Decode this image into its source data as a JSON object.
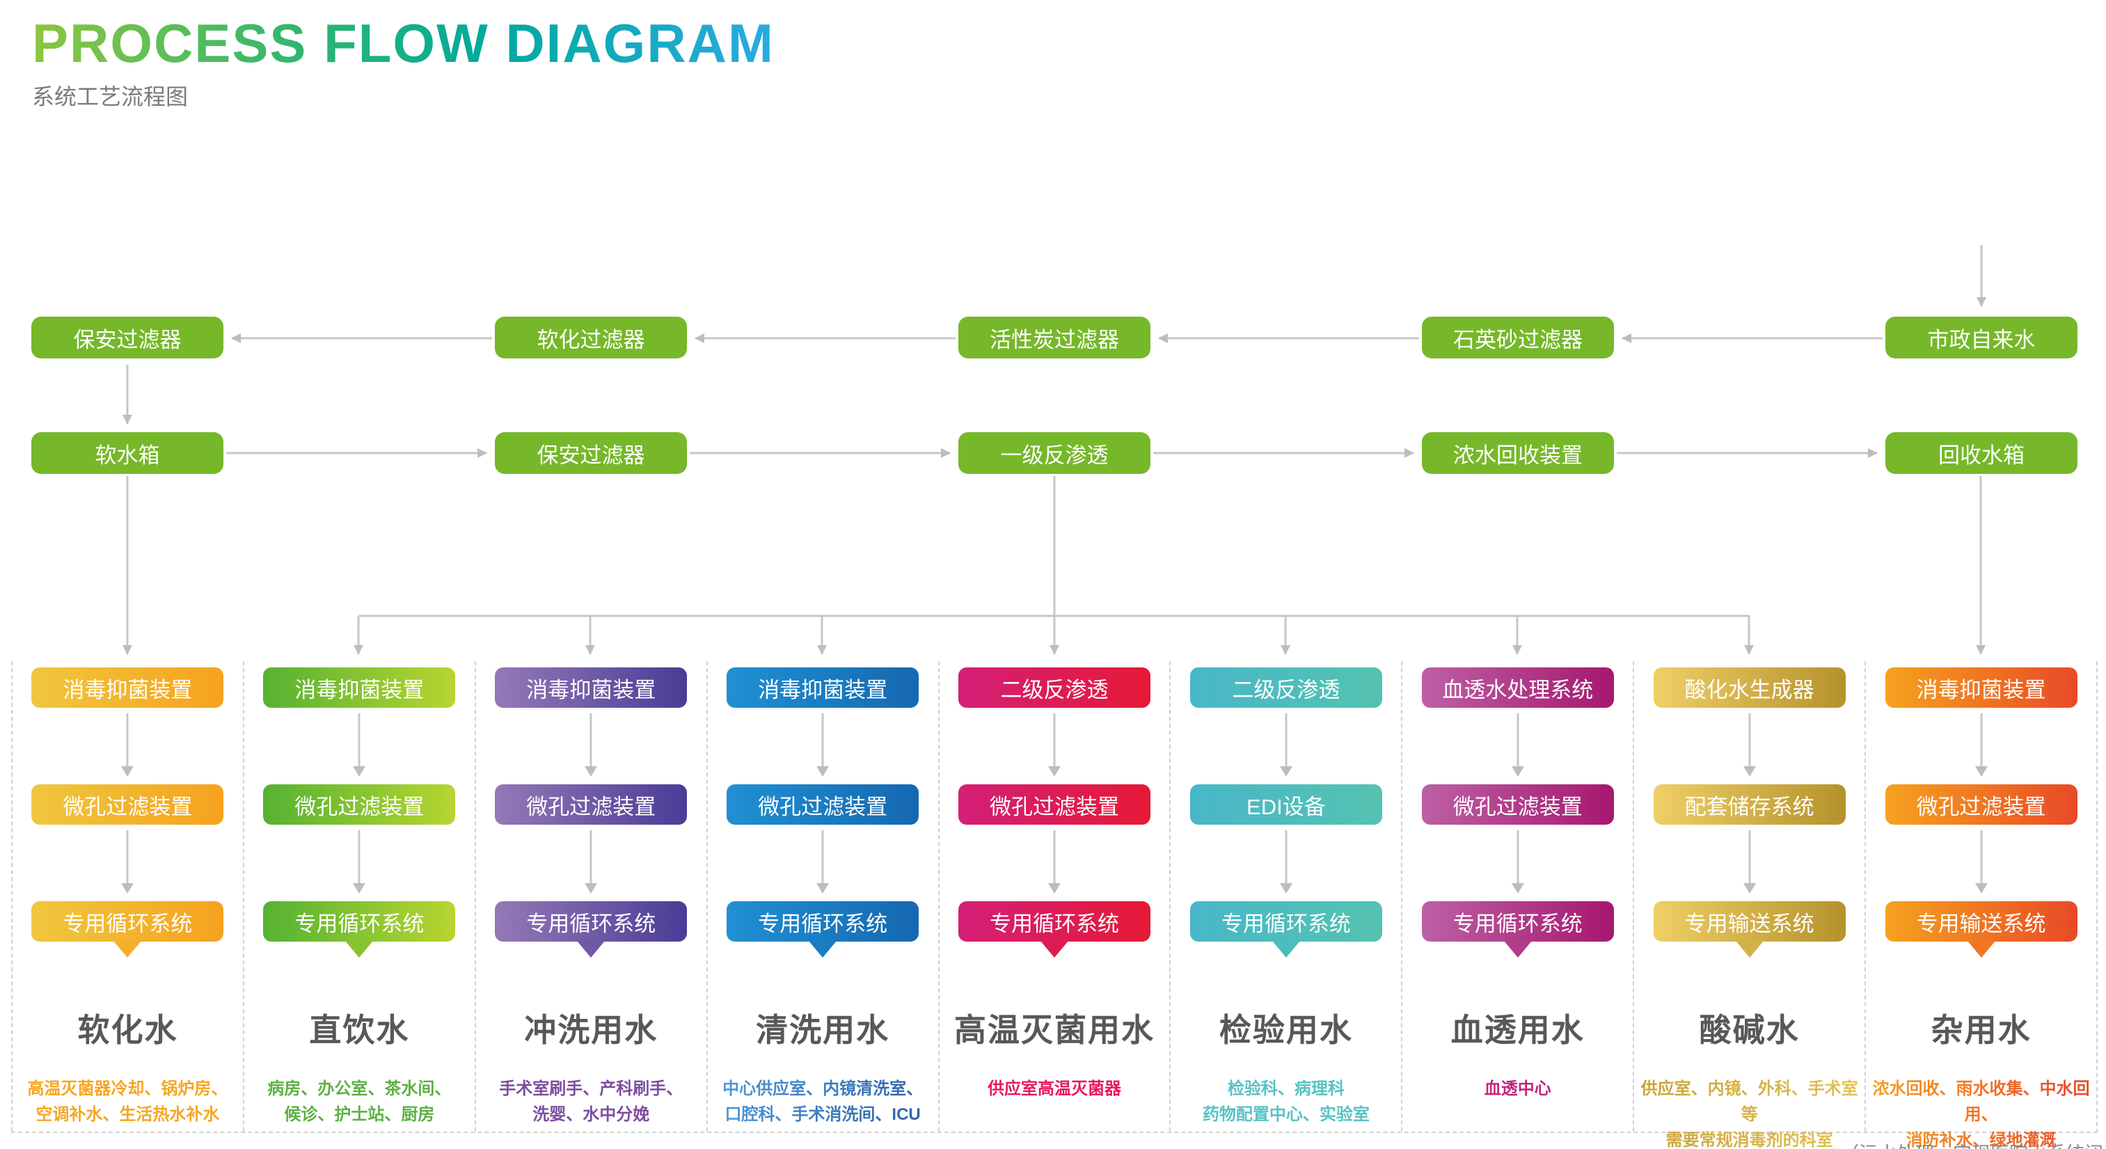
{
  "header": {
    "title": "PROCESS FLOW DIAGRAM",
    "subtitle": "系统工艺流程图",
    "title_gradient": [
      "#8CC63F",
      "#00A99D",
      "#29ABE2"
    ]
  },
  "top_flow": {
    "box_color": "#76B82A",
    "row1": {
      "flow_direction": "right-to-left",
      "boxes": [
        "保安过滤器",
        "软化过滤器",
        "活性炭过滤器",
        "石英砂过滤器",
        "市政自来水"
      ]
    },
    "row2": {
      "flow_direction": "left-to-right",
      "boxes": [
        "软水箱",
        "保安过滤器",
        "一级反渗透",
        "浓水回收装置",
        "回收水箱"
      ]
    }
  },
  "columns": [
    {
      "boxes": [
        "消毒抑菌装置",
        "微孔过滤装置",
        "专用循环系统"
      ],
      "title": "软化水",
      "desc": "高温灭菌器冷却、锅炉房、\n空调补水、生活热水补水",
      "gradient": [
        "#EFC73E",
        "#F6A21F"
      ],
      "tail": "#F4B02C",
      "desc_colors": [
        "#F5A623",
        "#F5A623"
      ]
    },
    {
      "boxes": [
        "消毒抑菌装置",
        "微孔过滤装置",
        "专用循环系统"
      ],
      "title": "直饮水",
      "desc": "病房、办公室、茶水间、\n候诊、护士站、厨房",
      "gradient": [
        "#55B232",
        "#B8D531"
      ],
      "tail": "#86C431",
      "desc_colors": [
        "#5CB043",
        "#5CB043"
      ]
    },
    {
      "boxes": [
        "消毒抑菌装置",
        "微孔过滤装置",
        "专用循环系统"
      ],
      "title": "冲洗用水",
      "desc": "手术室刷手、产科刷手、\n洗婴、水中分娩",
      "gradient": [
        "#9579B6",
        "#4A3C96"
      ],
      "tail": "#6F58A6",
      "desc_colors": [
        "#7D4D9F",
        "#7D4D9F"
      ]
    },
    {
      "boxes": [
        "消毒抑菌装置",
        "微孔过滤装置",
        "专用循环系统"
      ],
      "title": "清洗用水",
      "desc": "中心供应室、内镜清洗室、\n口腔科、手术消洗间、ICU",
      "gradient": [
        "#2090D3",
        "#1568B1"
      ],
      "tail": "#1B7CC2",
      "desc_colors": [
        "#4F9BD8",
        "#2C5FA5"
      ]
    },
    {
      "boxes": [
        "二级反渗透",
        "微孔过滤装置",
        "专用循环系统"
      ],
      "title": "高温灭菌用水",
      "desc": "供应室高温灭菌器",
      "gradient": [
        "#D31F77",
        "#E61937"
      ],
      "tail": "#DD1B52",
      "desc_colors": [
        "#E6195C",
        "#E6195C"
      ]
    },
    {
      "boxes": [
        "二级反渗透",
        "EDI设备",
        "专用循环系统"
      ],
      "title": "检验用水",
      "desc": "检验科、病理科\n药物配置中心、实验室",
      "gradient": [
        "#48B7C9",
        "#55C2B0"
      ],
      "tail": "#4EBCBC",
      "desc_colors": [
        "#56C2C4",
        "#56C2C4"
      ]
    },
    {
      "boxes": [
        "血透水处理系统",
        "微孔过滤装置",
        "专用循环系统"
      ],
      "title": "血透用水",
      "desc": "血透中心",
      "gradient": [
        "#BC60A5",
        "#A6186F"
      ],
      "tail": "#B13C8A",
      "desc_colors": [
        "#C2247E",
        "#C2247E"
      ]
    },
    {
      "boxes": [
        "酸化水生成器",
        "配套储存系统",
        "专用输送系统"
      ],
      "title": "酸碱水",
      "desc": "供应室、内镜、外科、手术室等\n需要常规消毒剂的科室",
      "gradient": [
        "#EFCF66",
        "#B5922C"
      ],
      "tail": "#D2B149",
      "desc_colors": [
        "#C9A033",
        "#E3C356"
      ]
    },
    {
      "boxes": [
        "消毒抑菌装置",
        "微孔过滤装置",
        "专用输送系统"
      ],
      "title": "杂用水",
      "desc": "浓水回收、雨水收集、中水回用、\n消防补水、绿地灌溉",
      "gradient": [
        "#F6A21F",
        "#E84A26"
      ],
      "tail": "#F07722",
      "desc_colors": [
        "#F6A21F",
        "#E8442B"
      ]
    }
  ],
  "footer": {
    "note": "（污水处理，实现医院水系统闭环）"
  },
  "connector_color": "#C7C7C7"
}
